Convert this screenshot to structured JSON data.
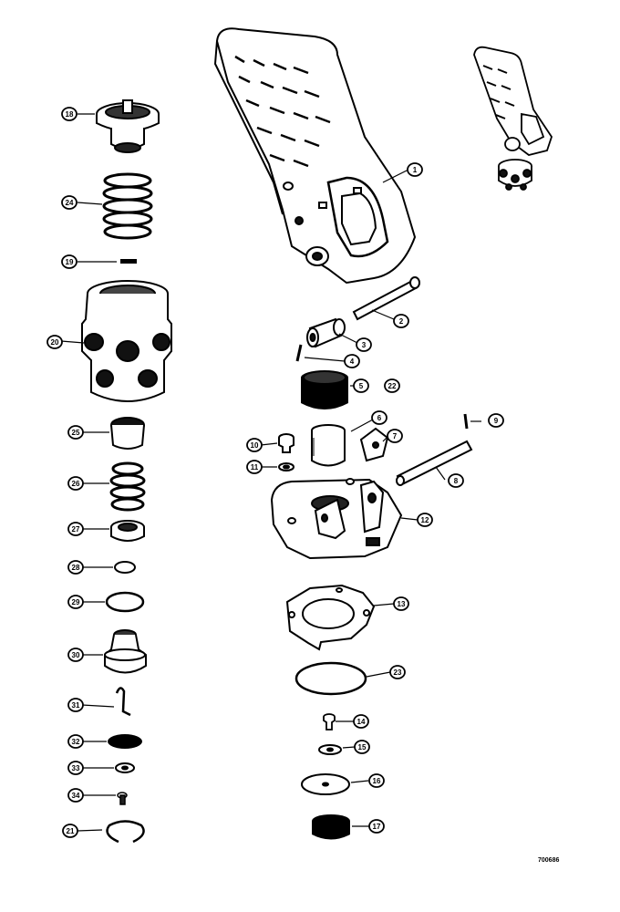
{
  "figure_number": "700686",
  "callouts": [
    {
      "id": "c-18-top",
      "label": "18"
    },
    {
      "id": "c-24",
      "label": "24"
    },
    {
      "id": "c-19",
      "label": "19"
    },
    {
      "id": "c-20",
      "label": "20"
    },
    {
      "id": "c-25",
      "label": "25"
    },
    {
      "id": "c-26",
      "label": "26"
    },
    {
      "id": "c-27",
      "label": "27"
    },
    {
      "id": "c-28",
      "label": "28"
    },
    {
      "id": "c-29",
      "label": "29"
    },
    {
      "id": "c-30",
      "label": "30"
    },
    {
      "id": "c-31",
      "label": "31"
    },
    {
      "id": "c-32",
      "label": "32"
    },
    {
      "id": "c-33",
      "label": "33"
    },
    {
      "id": "c-34",
      "label": "34"
    },
    {
      "id": "c-21",
      "label": "21"
    },
    {
      "id": "c-1",
      "label": "1"
    },
    {
      "id": "c-2",
      "label": "2"
    },
    {
      "id": "c-3",
      "label": "3"
    },
    {
      "id": "c-4",
      "label": "4"
    },
    {
      "id": "c-5",
      "label": "5"
    },
    {
      "id": "c-22",
      "label": "22"
    },
    {
      "id": "c-6",
      "label": "6"
    },
    {
      "id": "c-7",
      "label": "7"
    },
    {
      "id": "c-8",
      "label": "8"
    },
    {
      "id": "c-9",
      "label": "9"
    },
    {
      "id": "c-10",
      "label": "10"
    },
    {
      "id": "c-11",
      "label": "11"
    },
    {
      "id": "c-12",
      "label": "12"
    },
    {
      "id": "c-13",
      "label": "13"
    },
    {
      "id": "c-23",
      "label": "23"
    },
    {
      "id": "c-14",
      "label": "14"
    },
    {
      "id": "c-15",
      "label": "15"
    },
    {
      "id": "c-16",
      "label": "16"
    },
    {
      "id": "c-17",
      "label": "17"
    }
  ]
}
